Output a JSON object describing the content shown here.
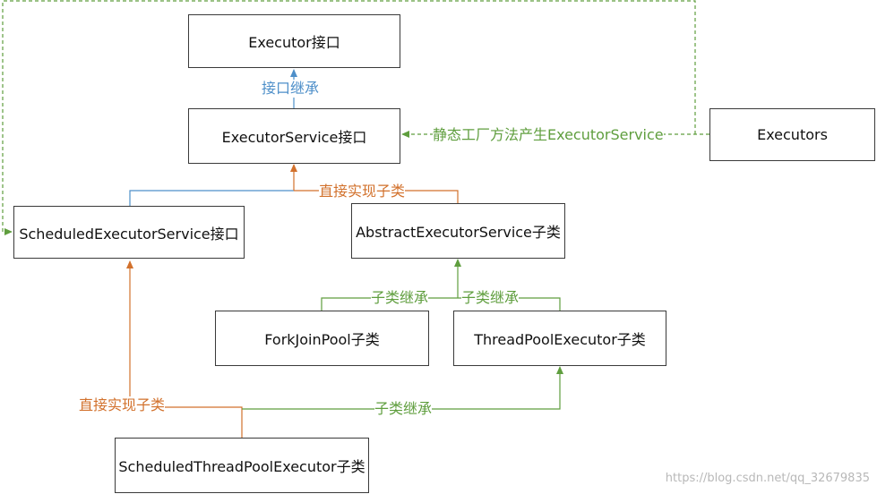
{
  "nodes": {
    "executor": "Executor接口",
    "executor_service": "ExecutorService接口",
    "executors": "Executors",
    "scheduled_executor_service": "ScheduledExecutorService接口",
    "abstract_executor_service": "AbstractExecutorService子类",
    "fork_join_pool": "ForkJoinPool子类",
    "thread_pool_executor": "ThreadPoolExecutor子类",
    "scheduled_thread_pool_executor": "ScheduledThreadPoolExecutor子类"
  },
  "edges": {
    "interface_inherit": "接口继承",
    "factory_method": "静态工厂方法产生ExecutorService",
    "direct_impl_top": "直接实现子类",
    "subclass_inherit_left": "子类继承",
    "subclass_inherit_right": "子类继承",
    "direct_impl_bottom": "直接实现子类",
    "subclass_inherit_bottom": "子类继承"
  },
  "colors": {
    "interface": "#4e8fc9",
    "implement": "#d2712c",
    "inherit": "#5f9e3e"
  },
  "watermark": "https://blog.csdn.net/qq_32679835"
}
